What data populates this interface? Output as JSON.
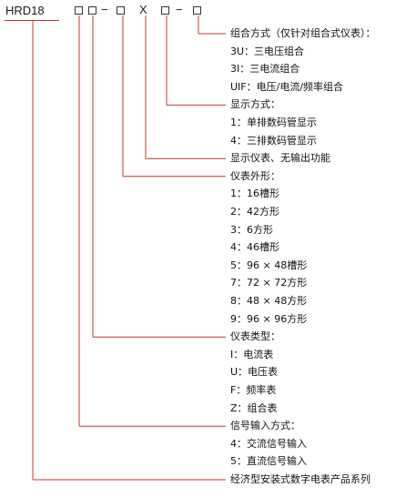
{
  "model": {
    "prefix": "HRD18",
    "dash1": "−",
    "cross": "X",
    "dash2": "−"
  },
  "sections": [
    {
      "title": "组合方式（仅针对组合式仪表）：",
      "items": [
        "3U：三电压组合",
        "3I：三电流组合",
        "UIF：电压/电流/频率组合"
      ]
    },
    {
      "title": "显示方式：",
      "items": [
        "1：单排数码管显示",
        "4：三排数码管显示"
      ]
    },
    {
      "title": "显示仪表、无输出功能",
      "items": []
    },
    {
      "title": "仪表外形：",
      "items": [
        "1：16槽形",
        "2：42方形",
        "3：6方形",
        "4：46槽形",
        "5：96 × 48槽形",
        "7：72 × 72方形",
        "8：48 × 48方形",
        "9：96 × 96方形"
      ]
    },
    {
      "title": "仪表类型：",
      "items": [
        "I：电流表",
        "U：电压表",
        "F：频率表",
        "Z：组合表"
      ]
    },
    {
      "title": "信号输入方式：",
      "items": [
        "4：交流信号输入",
        "5：直流信号输入"
      ]
    },
    {
      "title": "经济型安装式数字电表产品系列",
      "items": []
    }
  ],
  "colors": {
    "lines": "#c0392b",
    "text": "#111111",
    "boxes": "#333333"
  }
}
